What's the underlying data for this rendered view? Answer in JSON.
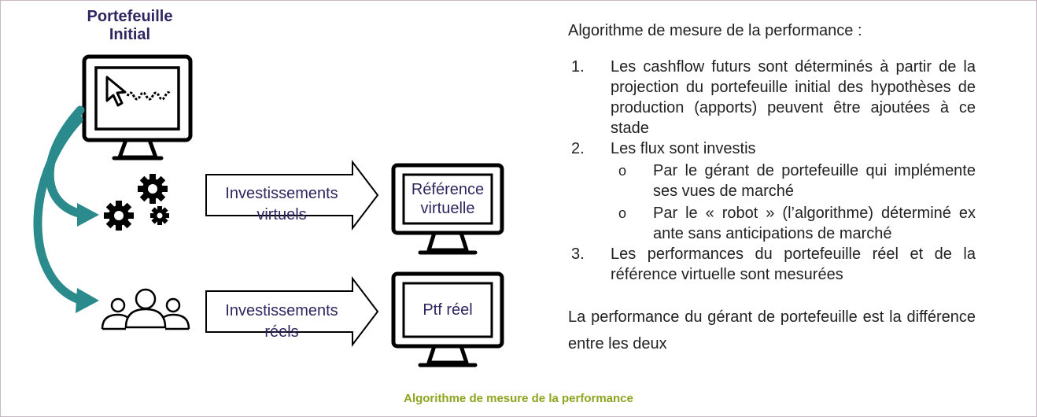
{
  "diagram": {
    "initial_portfolio_label": "Portefeuille Initial",
    "virtual_investments_label": "Investissements virtuels",
    "real_investments_label": "Investissements réels",
    "virtual_reference_label": "Référence virtuelle",
    "real_portfolio_label": "Ptf réel",
    "icons": [
      "monitor-icon",
      "cursor-icon",
      "gears-icon",
      "people-icon",
      "curved-arrow-icon"
    ]
  },
  "algorithm": {
    "intro": "Algorithme de mesure de la performance :",
    "steps": [
      {
        "number": "1.",
        "text": "Les cashflow futurs sont déterminés à partir de la projection du portefeuille initial des hypothèses de production (apports) peuvent être ajoutées à ce stade"
      },
      {
        "number": "2.",
        "text": "Les flux sont investis",
        "bullets": [
          "Par le gérant de portefeuille qui implémente ses vues de marché",
          "Par le « robot » (l’algorithme) déterminé ex ante sans anticipations de marché"
        ]
      },
      {
        "number": "3.",
        "text": "Les performances du portefeuille réel et de la référence virtuelle sont mesurées"
      }
    ],
    "conclusion": "La performance du gérant de portefeuille est la différence entre les deux"
  },
  "caption": "Algorithme de mesure de la performance",
  "colors": {
    "accent_navy": "#2e2660",
    "teal_arrow": "#2a8a8c",
    "caption_green": "#8aa51e",
    "frame_border": "#c7b7c7"
  }
}
